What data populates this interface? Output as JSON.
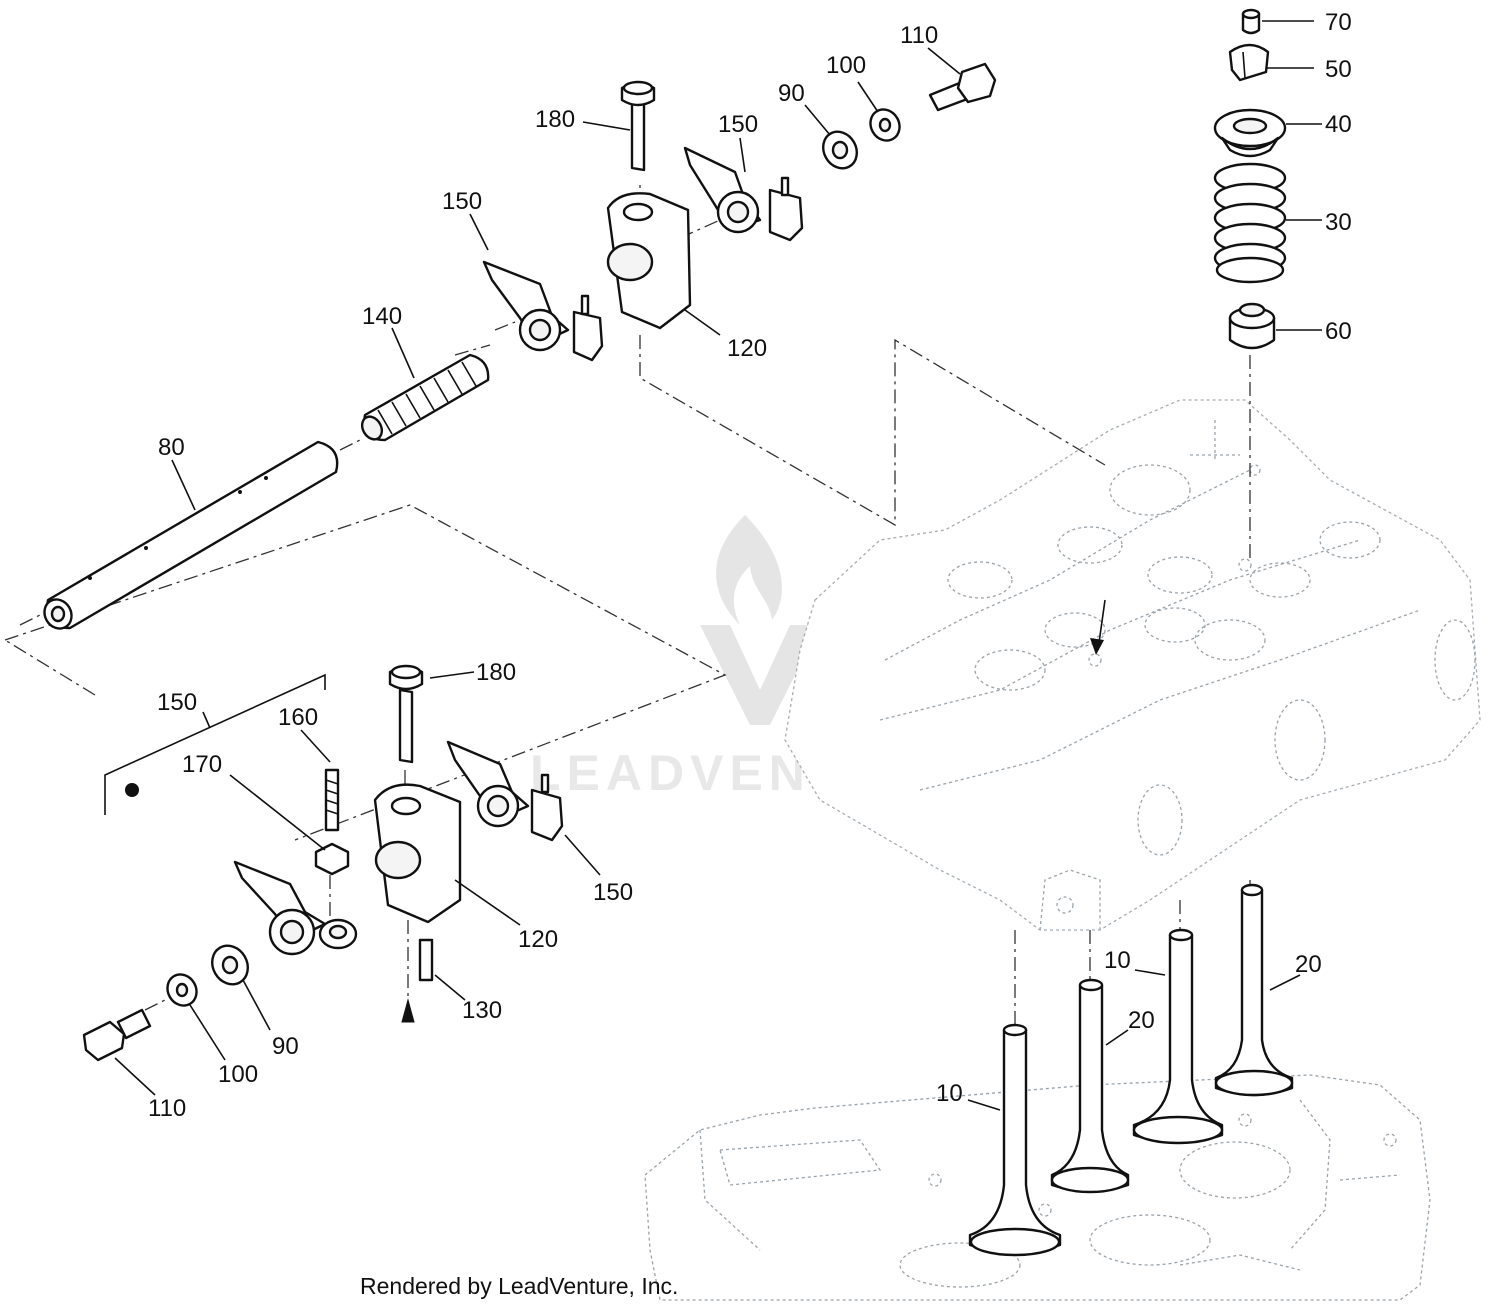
{
  "diagram": {
    "callouts": [
      "70",
      "50",
      "40",
      "30",
      "60",
      "110",
      "100",
      "90",
      "180",
      "150",
      "150",
      "120",
      "140",
      "80",
      "180",
      "150",
      "160",
      "170",
      "150",
      "120",
      "130",
      "90",
      "100",
      "110",
      "10",
      "20",
      "10",
      "20"
    ],
    "footer": "Rendered by LeadVenture, Inc.",
    "watermark": "LEADVENTURE"
  }
}
